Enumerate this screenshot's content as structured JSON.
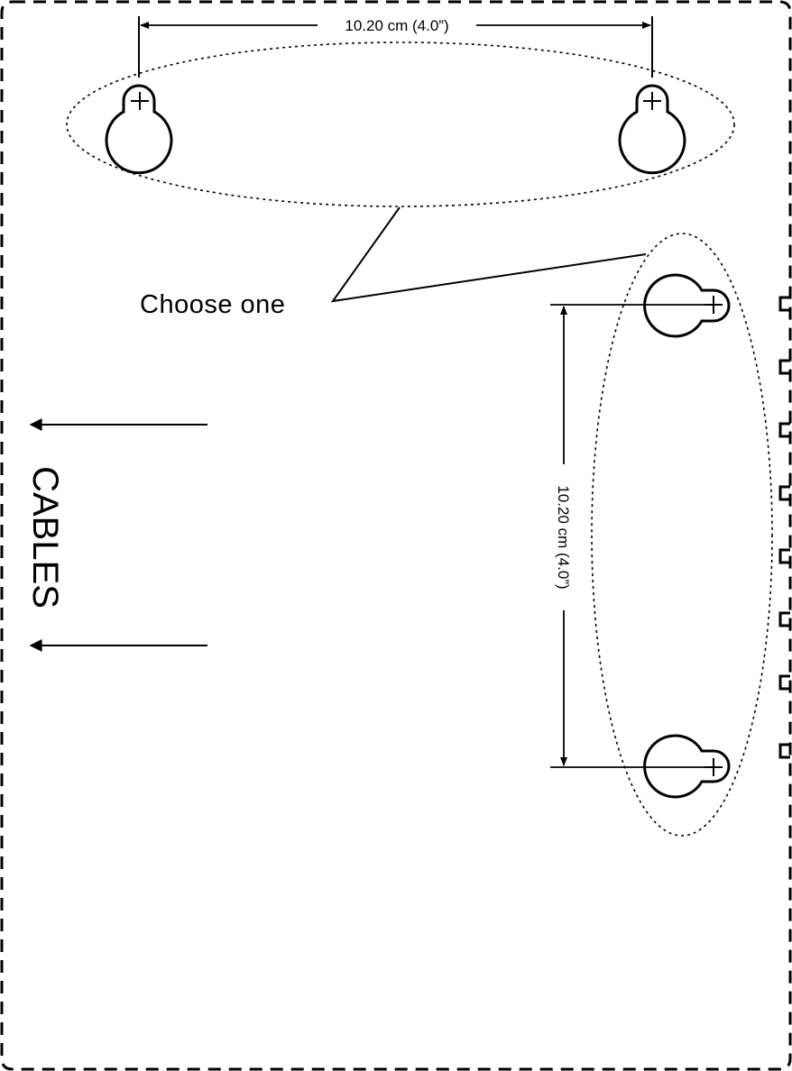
{
  "template": {
    "horizontal_dimension": "10.20 cm (4.0”)",
    "vertical_dimension": "10.20 cm (4.0”)",
    "callout": "Choose one",
    "cables_label": "CABLES"
  }
}
